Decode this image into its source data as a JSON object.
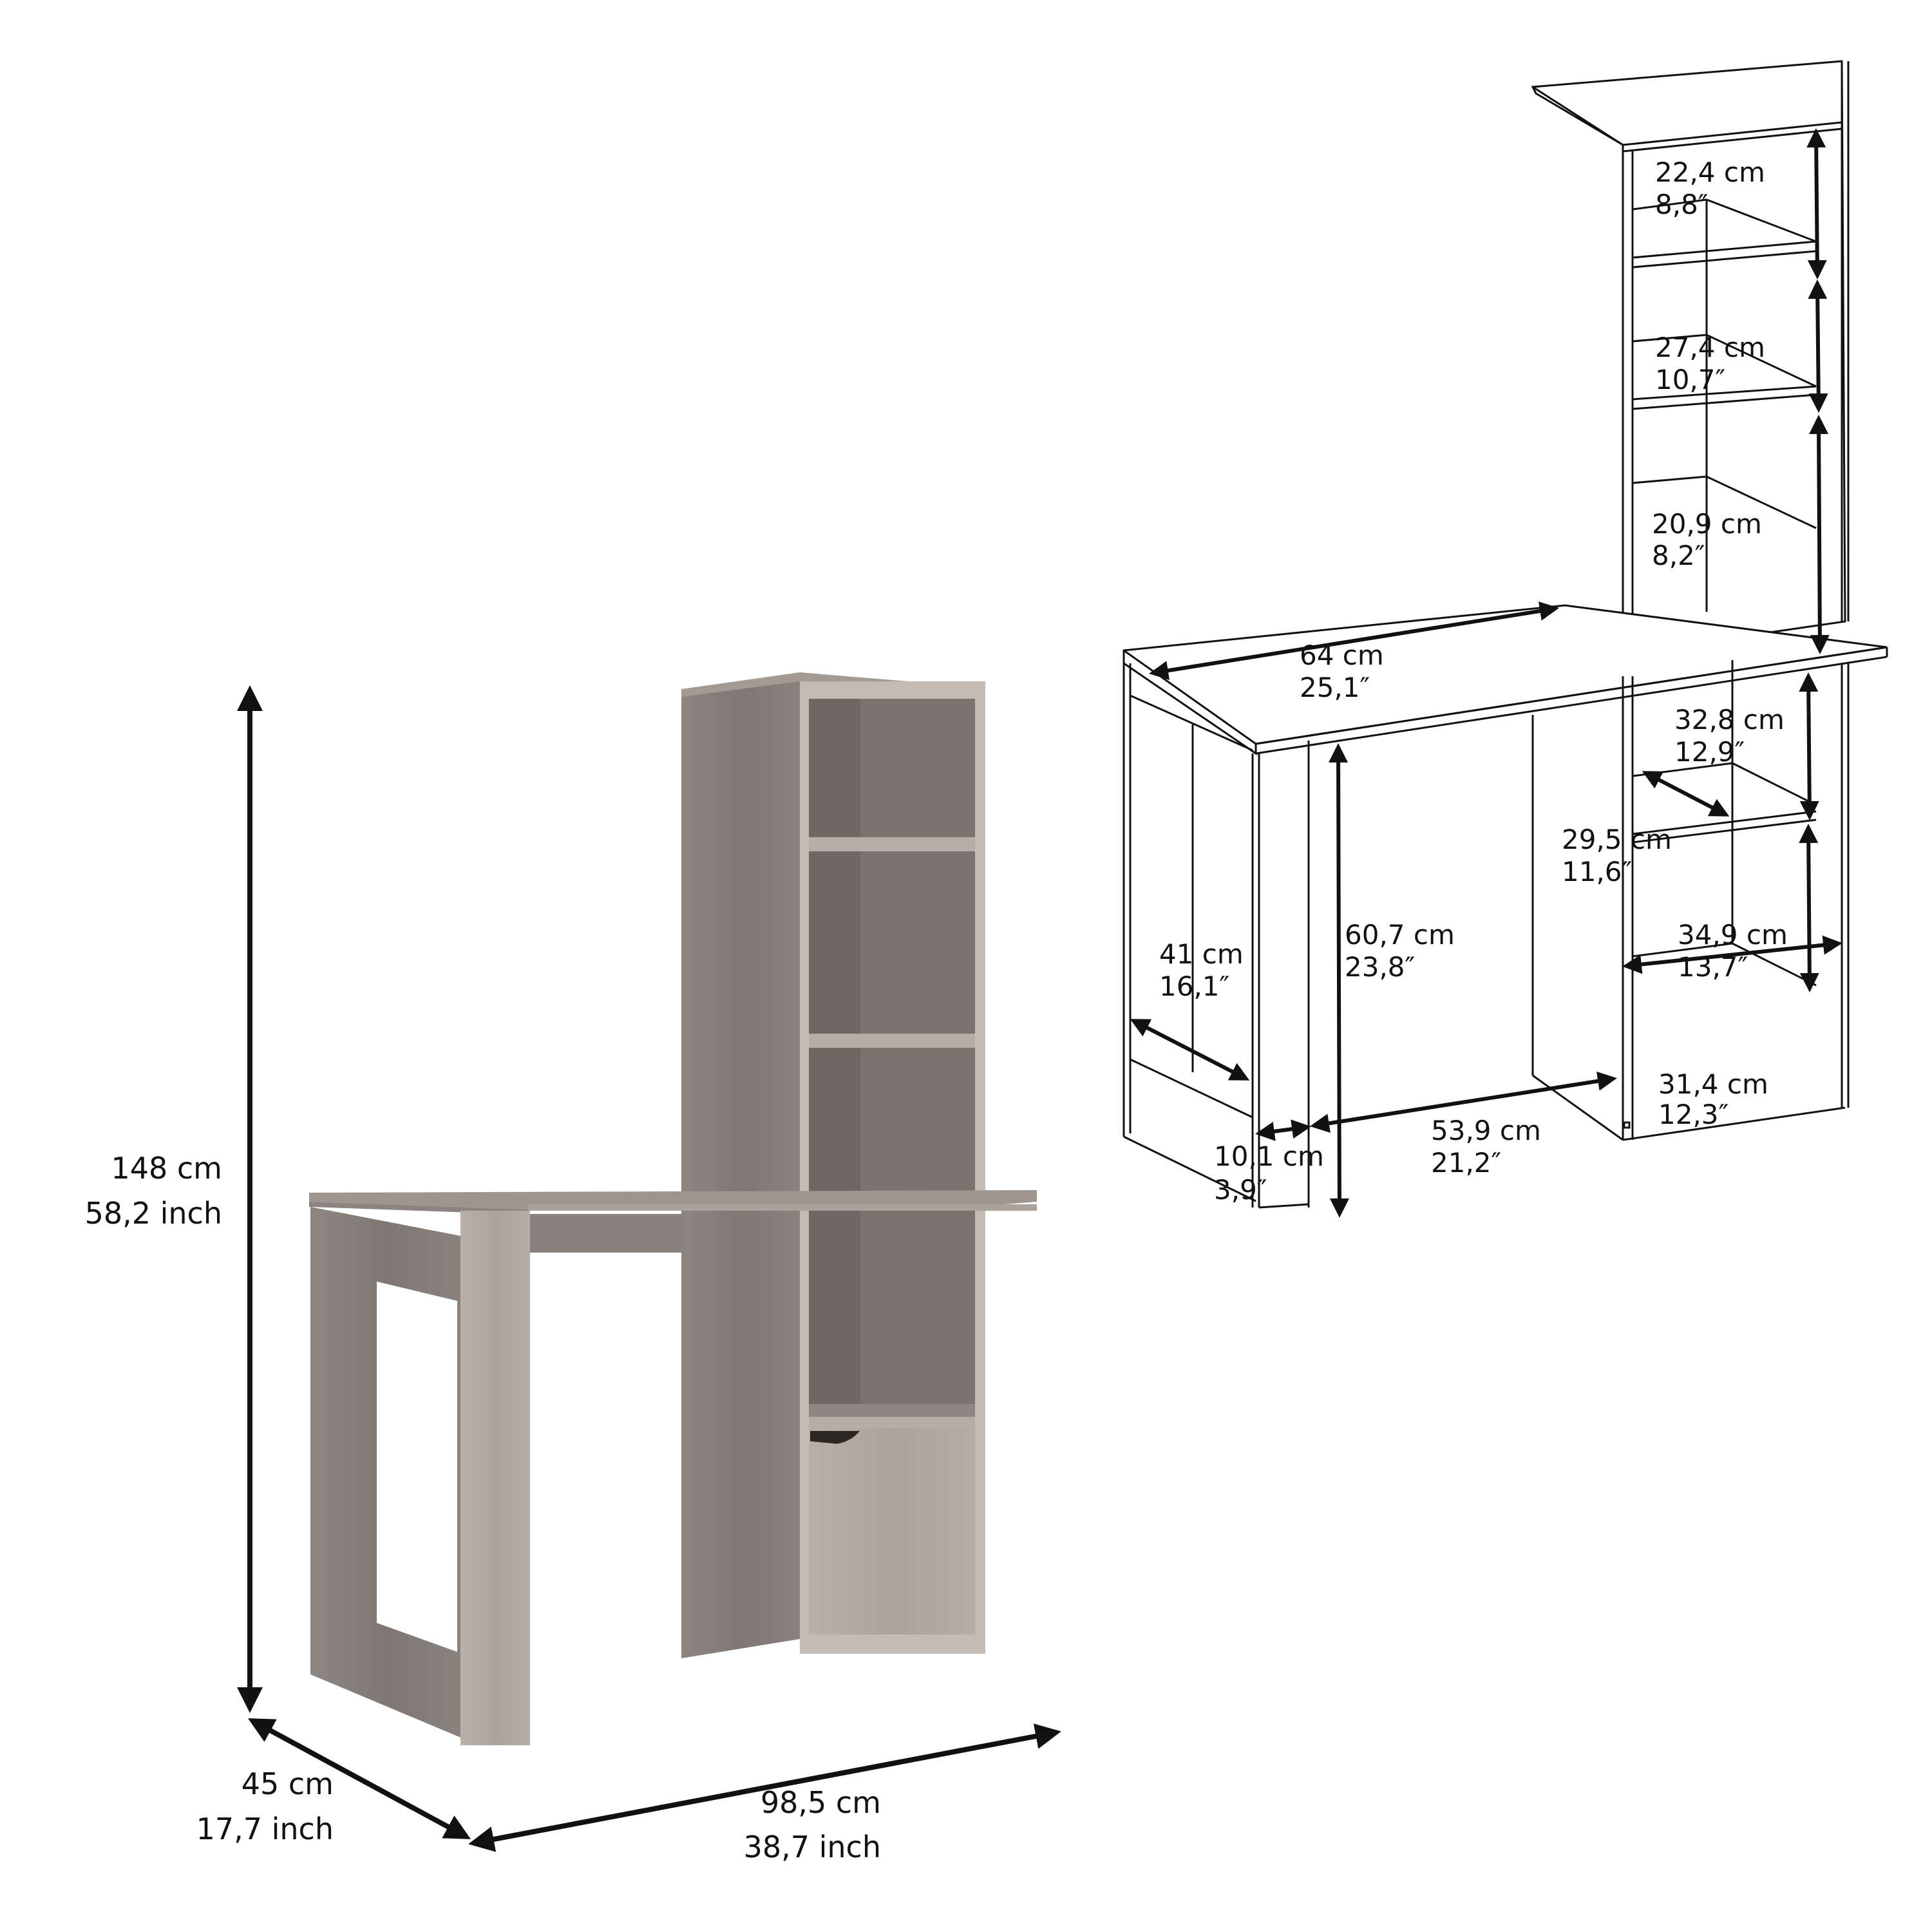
{
  "colors": {
    "background": "#ffffff",
    "wood_dark": "#857d77",
    "wood_light": "#b7aea6",
    "wood_edge": "#c8c1ba",
    "line": "#111111"
  },
  "photo_view": {
    "height": {
      "cm": "148 cm",
      "inch": "58,2 inch"
    },
    "depth": {
      "cm": "45 cm",
      "inch": "17,7 inch"
    },
    "width": {
      "cm": "98,5 cm",
      "inch": "38,7 inch"
    }
  },
  "line_drawing": {
    "shelf_1": {
      "cm": "22,4 cm",
      "inch": "8,8″"
    },
    "shelf_2": {
      "cm": "27,4 cm",
      "inch": "10,7″"
    },
    "shelf_3": {
      "cm": "20,9 cm",
      "inch": "8,2″"
    },
    "desk_top_width": {
      "cm": "64 cm",
      "inch": "25,1″"
    },
    "lower_shelf_1": {
      "cm": "32,8 cm",
      "inch": "12,9″"
    },
    "shelf_depth": {
      "cm": "29,5 cm",
      "inch": "11,6″"
    },
    "knee_height": {
      "cm": "60,7 cm",
      "inch": "23,8″"
    },
    "lower_shelf_2": {
      "cm": "34,9 cm",
      "inch": "13,7″"
    },
    "side_depth": {
      "cm": "41 cm",
      "inch": "16,1″"
    },
    "cabinet_width": {
      "cm": "31,4 cm",
      "inch": "12,3″"
    },
    "leg_width": {
      "cm": "10,1 cm",
      "inch": "3,9″"
    },
    "knee_width": {
      "cm": "53,9 cm",
      "inch": "21,2″"
    }
  }
}
